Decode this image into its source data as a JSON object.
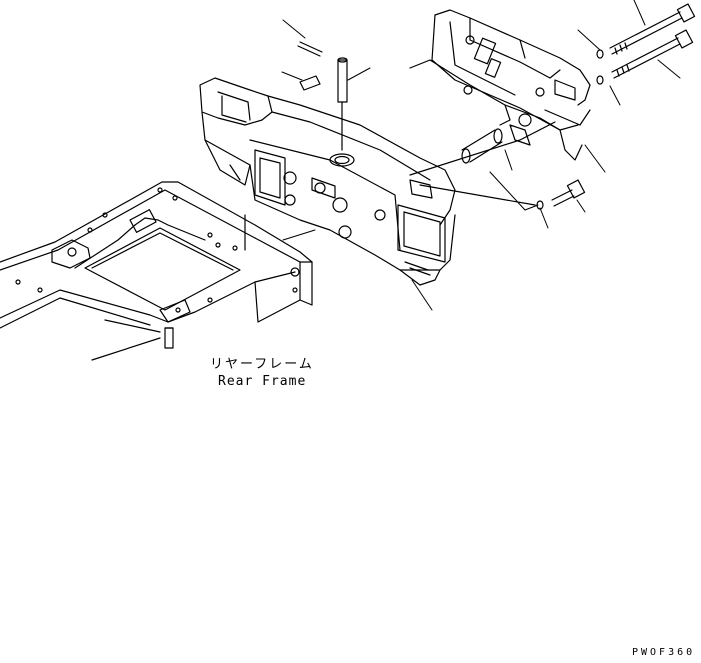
{
  "labels": {
    "frame_jp": "リヤーフレーム",
    "frame_en": "Rear Frame",
    "drawing_code": "PWOF360"
  },
  "colors": {
    "line": "#000000",
    "background": "#ffffff"
  }
}
